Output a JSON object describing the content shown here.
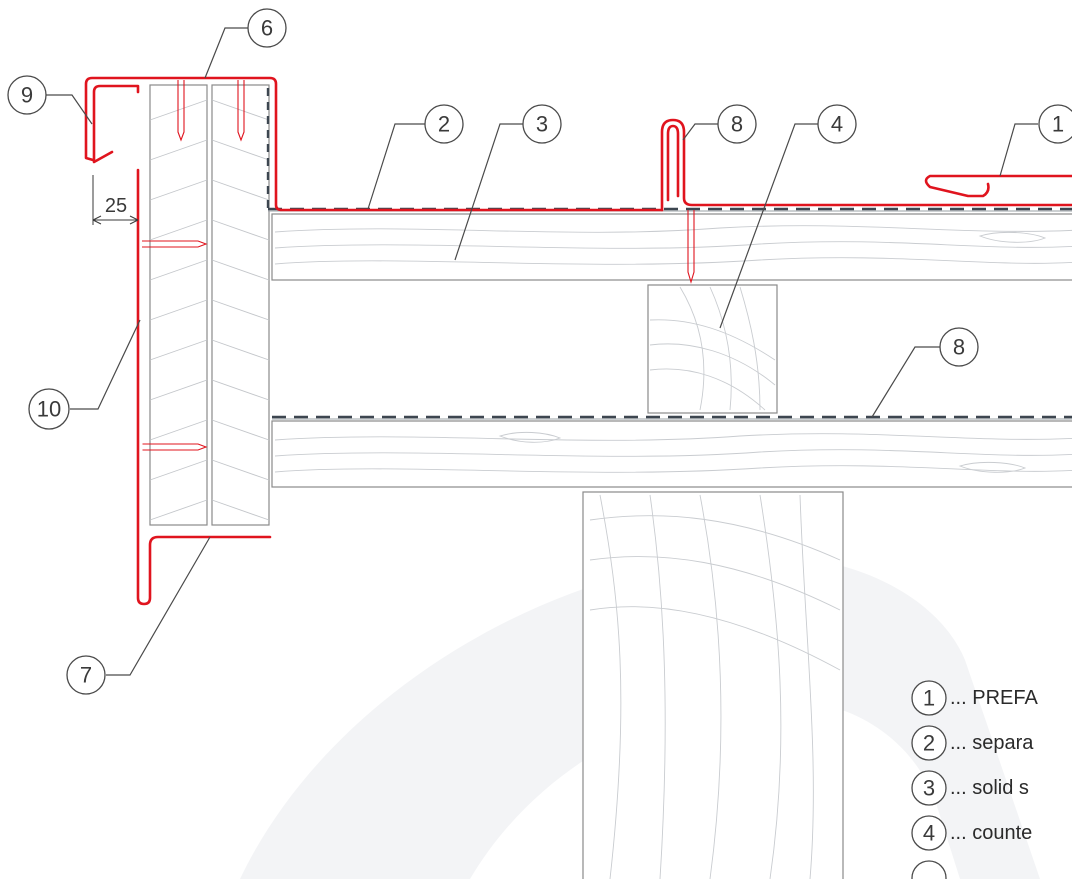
{
  "colors": {
    "sheet_metal": "#e0141e",
    "membrane": "#3d4650",
    "wood_outline": "#8a8a8a",
    "grain": "#c9ccd0",
    "text": "#3a3a3a"
  },
  "callouts": [
    {
      "id": "1",
      "label": "1"
    },
    {
      "id": "2",
      "label": "2"
    },
    {
      "id": "3",
      "label": "3"
    },
    {
      "id": "4",
      "label": "4"
    },
    {
      "id": "6",
      "label": "6"
    },
    {
      "id": "7",
      "label": "7"
    },
    {
      "id": "8a",
      "label": "8"
    },
    {
      "id": "8b",
      "label": "8"
    },
    {
      "id": "9",
      "label": "9"
    },
    {
      "id": "10",
      "label": "10"
    }
  ],
  "dimension": {
    "label": "25"
  },
  "legend": [
    {
      "num": "1",
      "text": "... PREFA"
    },
    {
      "num": "2",
      "text": "... separa"
    },
    {
      "num": "3",
      "text": "... solid s"
    },
    {
      "num": "4",
      "text": "... counte"
    }
  ]
}
